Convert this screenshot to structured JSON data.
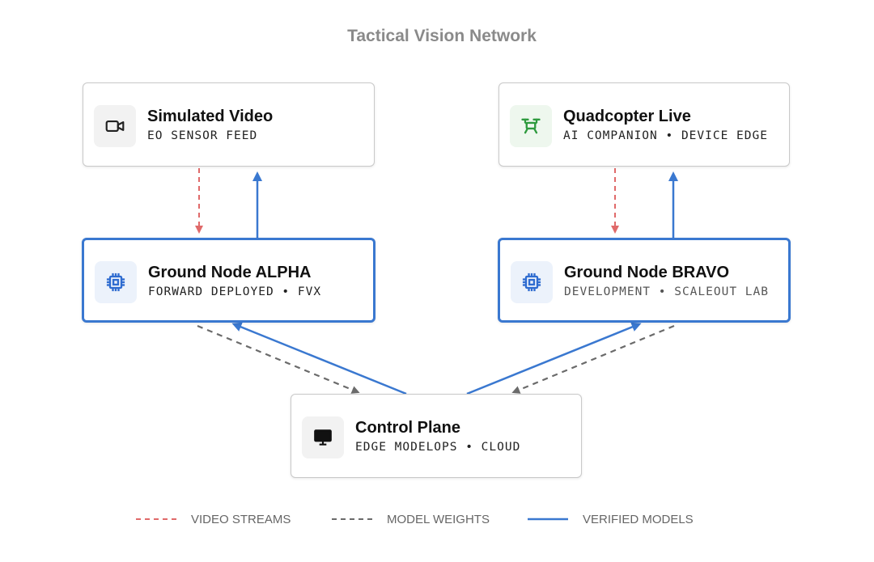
{
  "title": "Tactical Vision Network",
  "colors": {
    "video": "#e06a6a",
    "weights": "#6b6b6b",
    "verified": "#3a78d0",
    "green_icon": "#2e9a3e",
    "blue_icon": "#2f6cd0"
  },
  "nodes": {
    "sim_video": {
      "name": "Simulated Video",
      "sub": "EO SENSOR FEED",
      "icon": "video-camera-icon"
    },
    "quadcopter": {
      "name": "Quadcopter Live",
      "sub": "AI COMPANION • DEVICE EDGE",
      "icon": "drone-icon"
    },
    "alpha": {
      "name": "Ground Node ALPHA",
      "sub": "FORWARD DEPLOYED • FVX",
      "icon": "chip-icon"
    },
    "bravo": {
      "name": "Ground Node BRAVO",
      "sub": "DEVELOPMENT • SCALEOUT LAB",
      "icon": "chip-icon"
    },
    "control": {
      "name": "Control Plane",
      "sub": "EDGE MODELOPS • CLOUD",
      "icon": "monitor-icon"
    }
  },
  "edges": [
    {
      "from": "sim_video",
      "to": "alpha",
      "kind": "video"
    },
    {
      "from": "alpha",
      "to": "sim_video",
      "kind": "verified"
    },
    {
      "from": "quadcopter",
      "to": "bravo",
      "kind": "video"
    },
    {
      "from": "bravo",
      "to": "quadcopter",
      "kind": "verified"
    },
    {
      "from": "alpha",
      "to": "control",
      "kind": "weights"
    },
    {
      "from": "control",
      "to": "alpha",
      "kind": "verified"
    },
    {
      "from": "control",
      "to": "bravo",
      "kind": "verified"
    },
    {
      "from": "bravo",
      "to": "control",
      "kind": "weights"
    }
  ],
  "legend": {
    "video": "VIDEO STREAMS",
    "weights": "MODEL WEIGHTS",
    "verified": "VERIFIED MODELS"
  }
}
